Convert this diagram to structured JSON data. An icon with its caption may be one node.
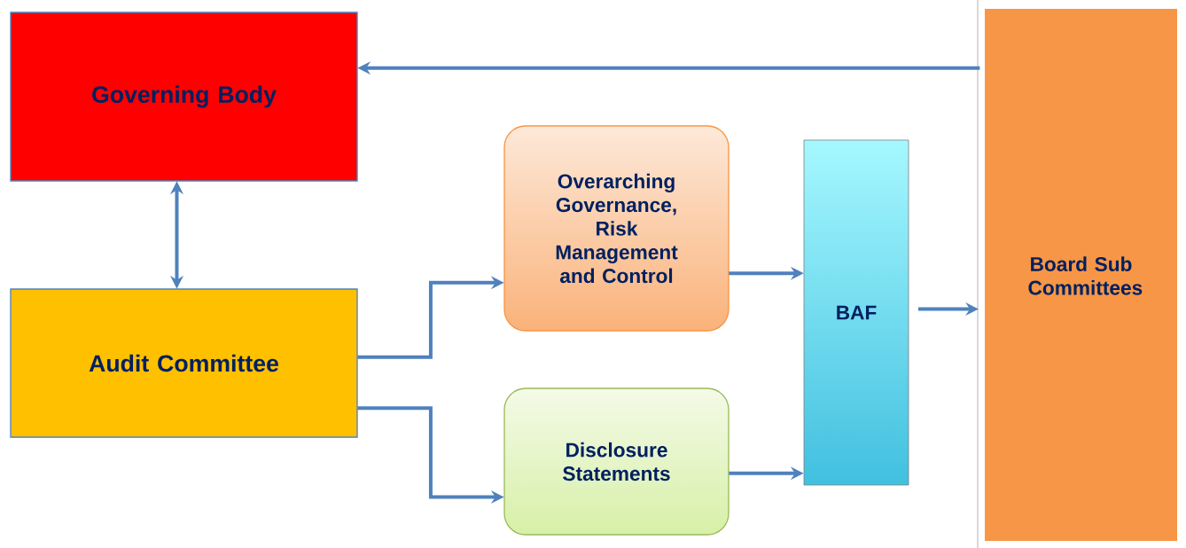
{
  "diagram": {
    "nodes": [
      {
        "text": [
          "Governing Body"
        ]
      },
      {
        "text": [
          "Audit Committee"
        ]
      },
      {
        "text": [
          "Overarching Governance, Risk Management and Control"
        ]
      },
      {
        "text": [
          "Disclosure Statements"
        ]
      },
      {
        "text": [
          "BAF"
        ]
      },
      {
        "text": [
          "Board Sub Committees"
        ]
      }
    ],
    "edges": [
      {
        "from": 0,
        "to": 1,
        "arrow": "both"
      },
      {
        "from": 1,
        "to": 2,
        "arrow": "to"
      },
      {
        "from": 1,
        "to": 3,
        "arrow": "to"
      },
      {
        "from": 2,
        "to": 4,
        "arrow": "to"
      },
      {
        "from": 3,
        "to": 4,
        "arrow": "to"
      },
      {
        "from": 4,
        "to": 5,
        "arrow": "to"
      },
      {
        "from": 5,
        "to": 0,
        "arrow": "to"
      }
    ]
  }
}
